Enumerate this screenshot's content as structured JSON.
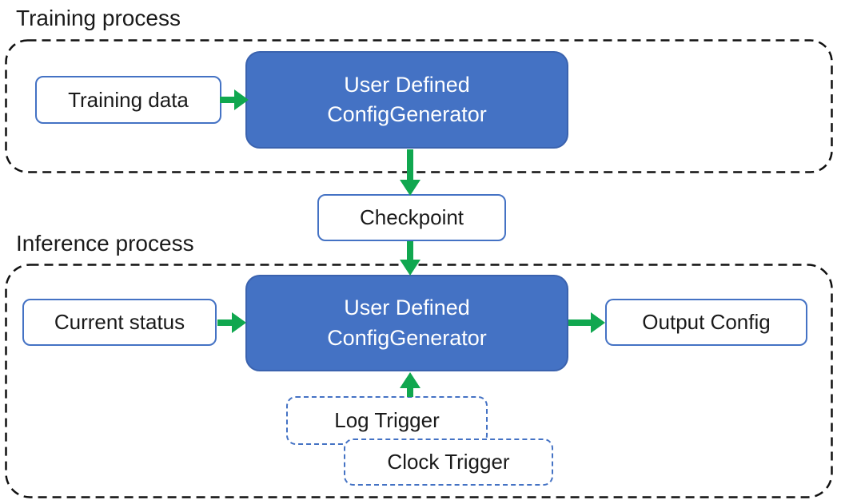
{
  "training": {
    "label": "Training process",
    "input_node": "Training data",
    "generator": {
      "line1": "User Defined",
      "line2": "ConfigGenerator"
    }
  },
  "checkpoint": {
    "label": "Checkpoint"
  },
  "inference": {
    "label": "Inference process",
    "input_node": "Current status",
    "generator": {
      "line1": "User Defined",
      "line2": "ConfigGenerator"
    },
    "output_node": "Output Config",
    "triggers": {
      "log": "Log Trigger",
      "clock": "Clock Trigger"
    }
  },
  "colors": {
    "node_fill_blue": "#4472C4",
    "node_border_blue": "#4472C4",
    "generator_border": "#3A62AE",
    "arrow_green": "#10A74F",
    "container_dash": "#111111",
    "text_dark": "#1A1A1A",
    "text_on_blue": "#FFFFFF",
    "canvas_bg": "#FFFFFF"
  }
}
